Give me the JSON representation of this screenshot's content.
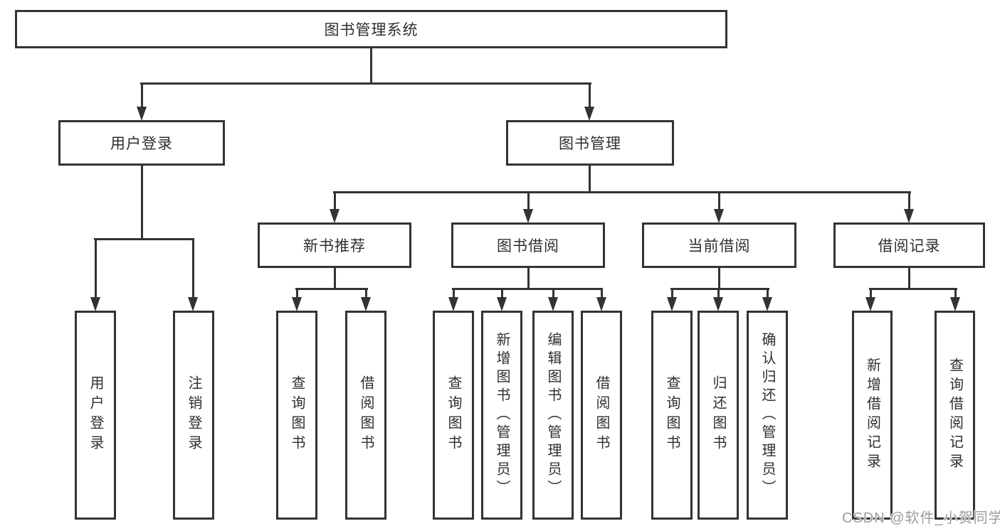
{
  "colors": {
    "line": "#333333",
    "box_border": "#333333",
    "text": "#2f2f2f",
    "watermark": "#9b9b9b",
    "background": "#ffffff"
  },
  "watermark": {
    "text": "CSDN @软件_小贺同学"
  },
  "tree": {
    "root": {
      "label": "图书管理系统"
    },
    "branches": [
      {
        "label": "用户登录",
        "children": [
          {
            "label": "用户登录"
          },
          {
            "label": "注销登录"
          }
        ]
      },
      {
        "label": "图书管理",
        "children": [
          {
            "label": "新书推荐",
            "children": [
              {
                "label": "查询图书"
              },
              {
                "label": "借阅图书"
              }
            ]
          },
          {
            "label": "图书借阅",
            "children": [
              {
                "label": "查询图书"
              },
              {
                "label": "新增图书（管理员）"
              },
              {
                "label": "编辑图书（管理员）"
              },
              {
                "label": "借阅图书"
              }
            ]
          },
          {
            "label": "当前借阅",
            "children": [
              {
                "label": "查询图书"
              },
              {
                "label": "归还图书"
              },
              {
                "label": "确认归还（管理员）"
              }
            ]
          },
          {
            "label": "借阅记录",
            "children": [
              {
                "label": "新增借阅记录"
              },
              {
                "label": "查询借阅记录"
              }
            ]
          }
        ]
      }
    ]
  }
}
